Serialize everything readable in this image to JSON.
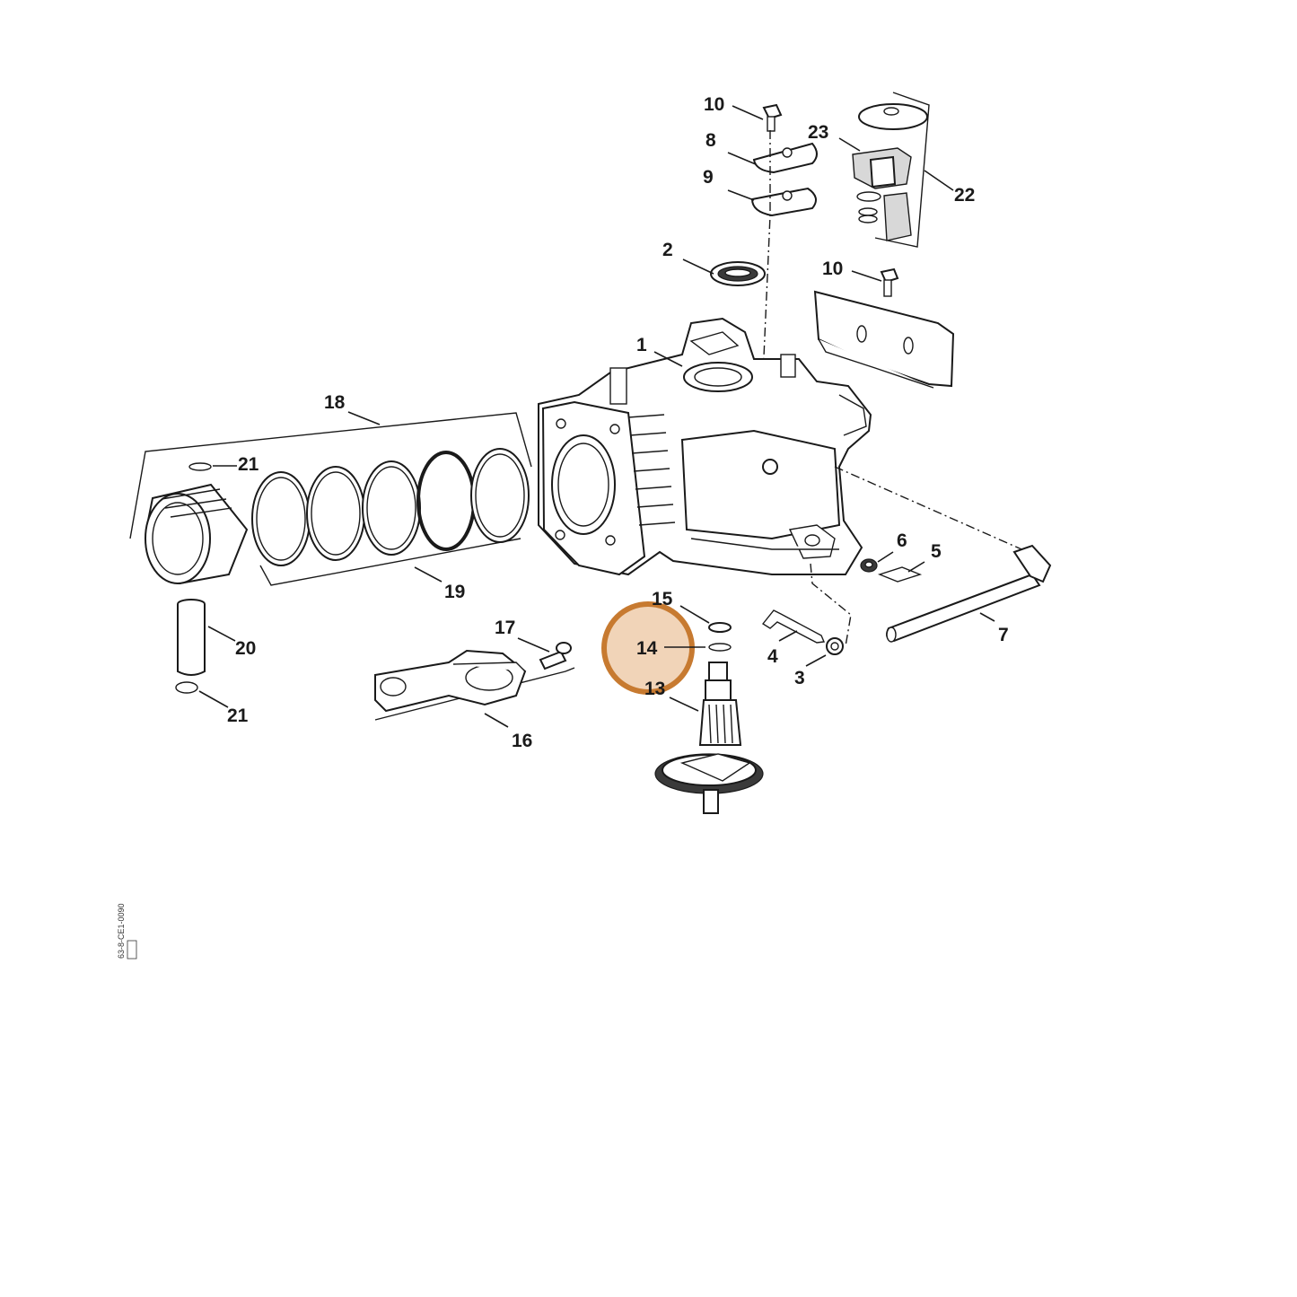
{
  "diagram": {
    "callouts": {
      "c1": "1",
      "c2": "2",
      "c3": "3",
      "c4": "4",
      "c5": "5",
      "c6": "6",
      "c7": "7",
      "c8": "8",
      "c9": "9",
      "c10a": "10",
      "c10b": "10",
      "c13": "13",
      "c14": "14",
      "c15": "15",
      "c16": "16",
      "c17": "17",
      "c18": "18",
      "c19": "19",
      "c20": "20",
      "c21a": "21",
      "c21b": "21",
      "c22": "22",
      "c23": "23"
    },
    "highlighted_part": "14",
    "reference_code": "63-8-CE1-0090",
    "highlight_color": "#c77a30"
  }
}
